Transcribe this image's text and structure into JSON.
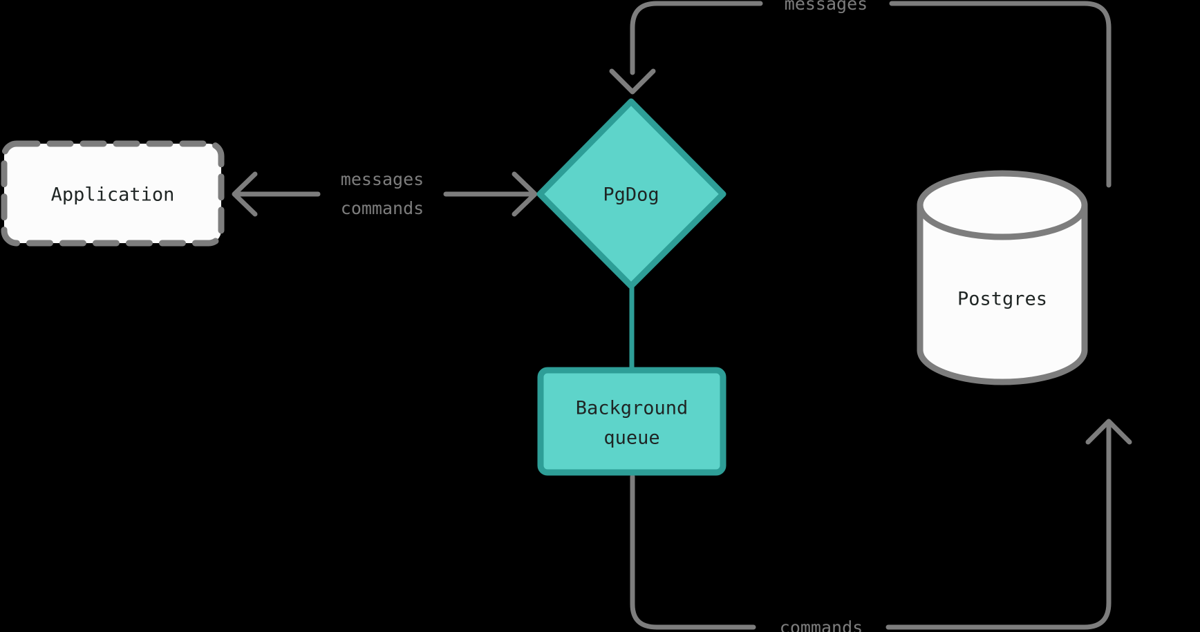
{
  "diagram": {
    "background_color": "#000000",
    "nodes": [
      {
        "id": "application",
        "label": "Application",
        "shape": "rounded-rect-dashed",
        "fill": "#fcfcfc",
        "stroke": "#7d7d7d",
        "text_color": "#1f2524"
      },
      {
        "id": "pgdog",
        "label": "PgDog",
        "shape": "diamond",
        "fill": "#5ed4ca",
        "stroke": "#2e9e97",
        "text_color": "#1f2524"
      },
      {
        "id": "background-queue",
        "label_line1": "Background",
        "label_line2": "queue",
        "shape": "rounded-rect",
        "fill": "#5ed4ca",
        "stroke": "#2e9e97",
        "text_color": "#1f2524"
      },
      {
        "id": "postgres",
        "label": "Postgres",
        "shape": "cylinder",
        "fill": "#fcfcfc",
        "stroke": "#7d7d7d",
        "text_color": "#1f2524"
      }
    ],
    "edges": [
      {
        "id": "app-pgdog",
        "from": "application",
        "to": "pgdog",
        "direction": "bidirectional",
        "label_line1": "messages",
        "label_line2": "commands",
        "color": "#7d7d7d"
      },
      {
        "id": "postgres-pgdog",
        "from": "postgres",
        "to": "pgdog",
        "direction": "forward",
        "label": "messages",
        "color": "#7d7d7d"
      },
      {
        "id": "pgdog-queue",
        "from": "pgdog",
        "to": "background-queue",
        "direction": "none",
        "label": "",
        "color": "#2e9e97"
      },
      {
        "id": "queue-postgres",
        "from": "background-queue",
        "to": "postgres",
        "direction": "forward",
        "label": "commands",
        "color": "#7d7d7d"
      }
    ]
  }
}
